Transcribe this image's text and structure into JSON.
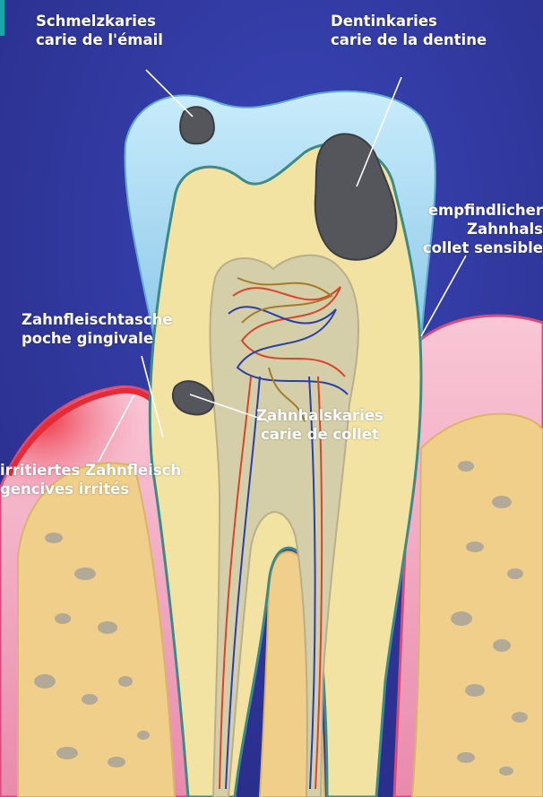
{
  "colors": {
    "background": "#2b3190",
    "enamel": "#9ed0ec",
    "dentin": "#f2e4a6",
    "pulp": "#d6cfa6",
    "gum": "#f3a6be",
    "gum_irritated": "#e8303c",
    "bone": "#f0d08a",
    "caries": "#55565c",
    "nerve_red": "#e0402a",
    "nerve_blue": "#2a3fa8",
    "label_text": "#ffffff",
    "leader_line": "#ffffff",
    "corner_tab": "#19a6a6"
  },
  "labels": {
    "enamel_caries": {
      "de": "Schmelzkaries",
      "fr": "carie de l'émail"
    },
    "dentin_caries": {
      "de": "Dentinkaries",
      "fr": "carie de la dentine"
    },
    "sensitive_neck": {
      "de1": "empfindlicher",
      "de2": "Zahnhals",
      "fr": "collet sensible"
    },
    "gum_pocket": {
      "de": "Zahnfleischtasche",
      "fr": "poche gingivale"
    },
    "cervical_caries": {
      "de": "Zahnhalskaries",
      "fr": "carie de collet"
    },
    "irritated_gums": {
      "de": "irritiertes Zahnfleisch",
      "fr": "gencives irrités"
    }
  }
}
